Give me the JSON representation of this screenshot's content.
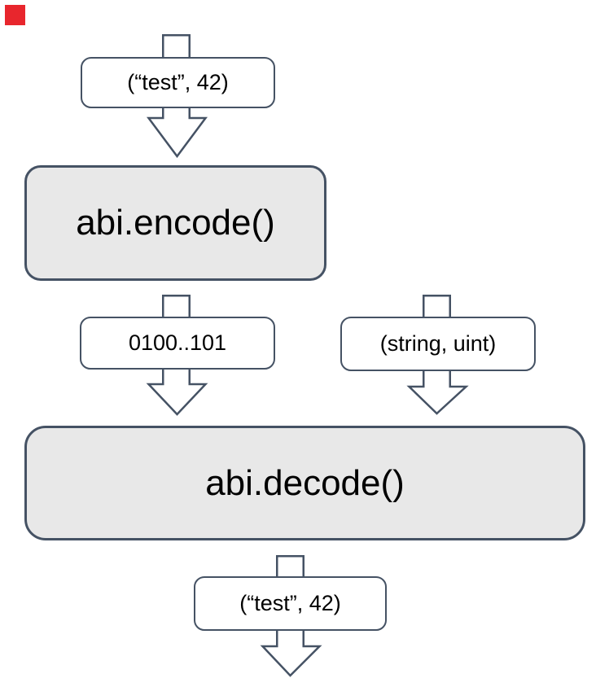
{
  "diagram": {
    "colors": {
      "background": "#ffffff",
      "line": "#455264",
      "process_fill": "#e8e8e8",
      "data_fill": "#ffffff",
      "text": "#000000",
      "marker_red": "#e8262d"
    },
    "marker": {
      "shape": "red-square",
      "color": "#e8262d"
    },
    "nodes": {
      "input": {
        "label": "(“test”, 42)",
        "kind": "data"
      },
      "encode": {
        "label": "abi.encode()",
        "kind": "process"
      },
      "encoded": {
        "label": "0100..101",
        "kind": "data"
      },
      "types": {
        "label": "(string, uint)",
        "kind": "data"
      },
      "decode": {
        "label": "abi.decode()",
        "kind": "process"
      },
      "output": {
        "label": "(“test”, 42)",
        "kind": "data"
      }
    },
    "edges": [
      {
        "name": "arrow-into-input"
      },
      {
        "name": "arrow-input-to-encode"
      },
      {
        "name": "arrow-encode-to-encoded"
      },
      {
        "name": "arrow-encoded-to-decode"
      },
      {
        "name": "arrow-into-types"
      },
      {
        "name": "arrow-types-to-decode"
      },
      {
        "name": "arrow-decode-to-output"
      },
      {
        "name": "arrow-output-out"
      }
    ]
  }
}
